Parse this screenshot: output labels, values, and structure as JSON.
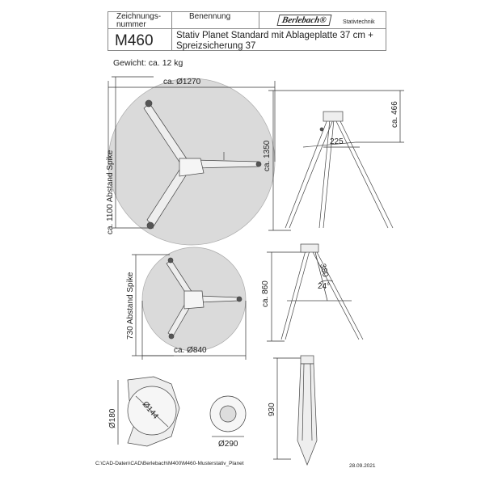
{
  "title_block": {
    "drawing_number_label": "Zeichnungs-\nnummer",
    "drawing_number_label_line1": "Zeichnungs-",
    "drawing_number_label_line2": "nummer",
    "designation_label": "Benennung",
    "logo_text": "Berlebach®",
    "logo_subtext": "Stativtechnik",
    "drawing_number": "M460",
    "designation_line1": "Stativ Planet Standard mit Ablageplatte 37 cm +",
    "designation_line2": "Spreizsicherung 37"
  },
  "weight": "Gewicht: ca. 12 kg",
  "dimensions": {
    "top_diameter": "ca. Ø1270",
    "top_spike_distance": "ca. 1100  Abstand Spike",
    "height_extended": "ca. 1350",
    "head_height": "ca. 466",
    "tray_offset": "225",
    "mid_height": "ca. 860",
    "angle": "24°",
    "mid_leg": "380",
    "mid_spike_distance": "730  Abstand Spike",
    "mid_diameter": "ca. Ø840",
    "plate_outer": "Ø180",
    "plate_inner": "Ø144",
    "folded_diameter": "Ø290",
    "folded_height": "930"
  },
  "footer": {
    "file_path": "C:\\CAD-Daten\\CAD\\Berlebach\\M400\\M460-Musterstativ_Planet",
    "date": "28.09.2021"
  }
}
